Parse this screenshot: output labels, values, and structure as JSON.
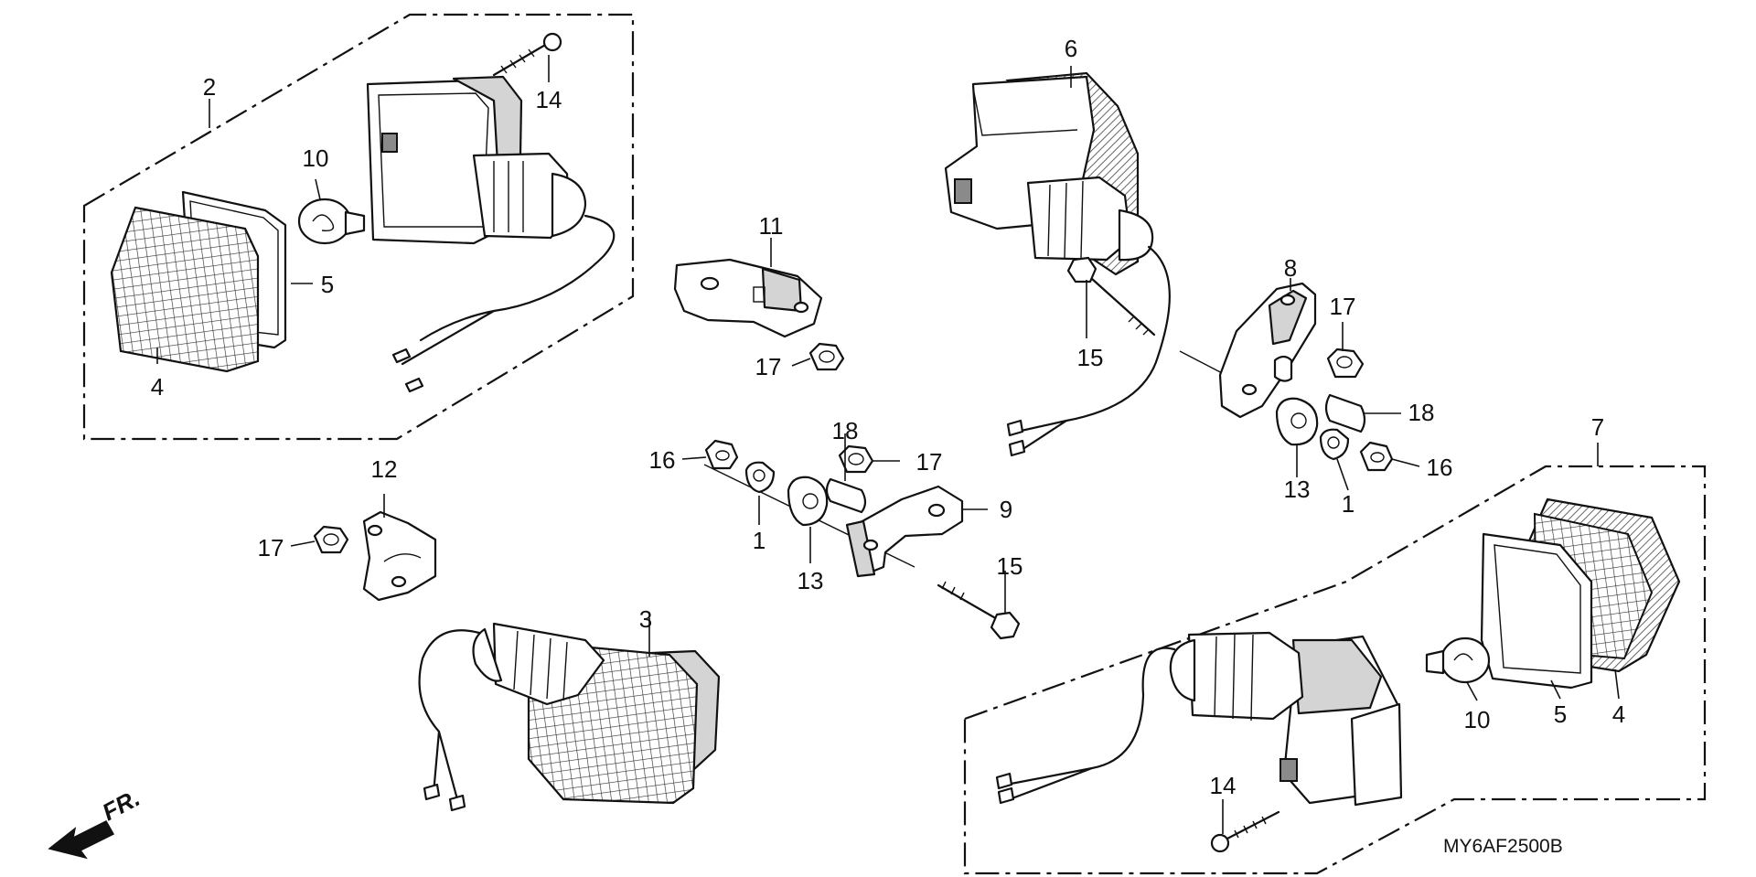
{
  "diagram_code": "MY6AF2500B",
  "direction_label": "FR.",
  "labels": {
    "l2": "2",
    "l3": "3",
    "l4a": "4",
    "l4b": "4",
    "l5a": "5",
    "l5b": "5",
    "l6": "6",
    "l7": "7",
    "l8": "8",
    "l9": "9",
    "l10a": "10",
    "l10b": "10",
    "l11": "11",
    "l12": "12",
    "l13a": "13",
    "l13b": "13",
    "l14a": "14",
    "l14b": "14",
    "l15a": "15",
    "l15b": "15",
    "l16a": "16",
    "l16b": "16",
    "l17a": "17",
    "l17b": "17",
    "l17c": "17",
    "l17d": "17",
    "l18a": "18",
    "l18b": "18",
    "l1a": "1",
    "l1b": "1"
  }
}
